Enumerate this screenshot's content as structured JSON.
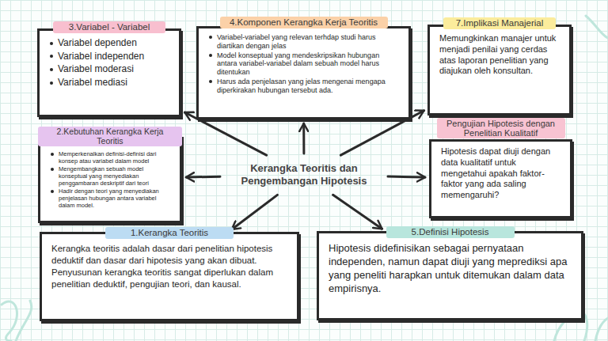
{
  "diagram": {
    "nodes": [
      {
        "text": [
          "3.Variabel - Variabel",
          "Variabel dependen",
          "Variabel independen",
          "Variabel moderasi",
          "Variabel mediasi"
        ]
      },
      {
        "text": [
          "4.Komponen Kerangka Kerja Teoritis",
          "Variabel-variabel yang relevan terhdap studi harus diartikan dengan jelas",
          "Model konseptual yang mendeskripsikan hubungan antara variabel-variabel dalam sebuah model harus ditentukan",
          "Harus ada penjelasan yang jelas mengenai mengapa diperkirakan hubungan tersebut ada."
        ]
      },
      {
        "text": [
          "7.Implikasi Manajerial",
          "Memungkinkan manajer untuk menjadi penilai yang cerdas atas laporan penelitian yang diajukan oleh konsultan."
        ]
      },
      {
        "text": [
          "2.Kebutuhan Kerangka Kerja Teoritis",
          "Memperkenalkan definisi-definisi dari konsep atau variabel dalam model",
          "Mengembangkan sebuah model konseptual yang menyediakan penggambaran deskriptif dari teori",
          "Hadir dengan teori yang menyediakan penjelasan hubungan antara variabel dalam model."
        ]
      },
      {
        "text": [
          "Kerangka Teoritis dan Pengembangan Hipotesis"
        ]
      },
      {
        "text": [
          "Pengujian Hipotesis dengan Penelitian Kualitatif",
          "Hipotesis dapat diuji dengan data kualitatif untuk mengetahui apakah faktor-faktor yang ada saling memengaruhi?"
        ]
      },
      {
        "text": [
          "1.Kerangka Teoritis",
          "Kerangka teoritis adalah dasar dari penelitian hipotesis deduktif dan dasar dari hipotesis yang akan dibuat. Penyusunan kerangka teoritis sangat diperlukan dalam penelitian deduktif, pengujian teori, dan kausal."
        ]
      },
      {
        "text": [
          "5.Definisi Hipotesis",
          "Hipotesis didefinisikan sebagai pernyataan independen, namun dapat diuji yang meprediksi apa yang peneliti harapkan untuk ditemukan dalam data empirisnya."
        ]
      }
    ],
    "edges": [
      {
        "from": 4,
        "to": 0,
        "arrow": "to"
      },
      {
        "from": 4,
        "to": 1,
        "arrow": "to"
      },
      {
        "from": 4,
        "to": 2,
        "arrow": "to"
      },
      {
        "from": 4,
        "to": 3,
        "arrow": "to"
      },
      {
        "from": 4,
        "to": 5,
        "arrow": "to"
      },
      {
        "from": 4,
        "to": 6,
        "arrow": "to"
      },
      {
        "from": 4,
        "to": 7,
        "arrow": "to"
      }
    ]
  }
}
